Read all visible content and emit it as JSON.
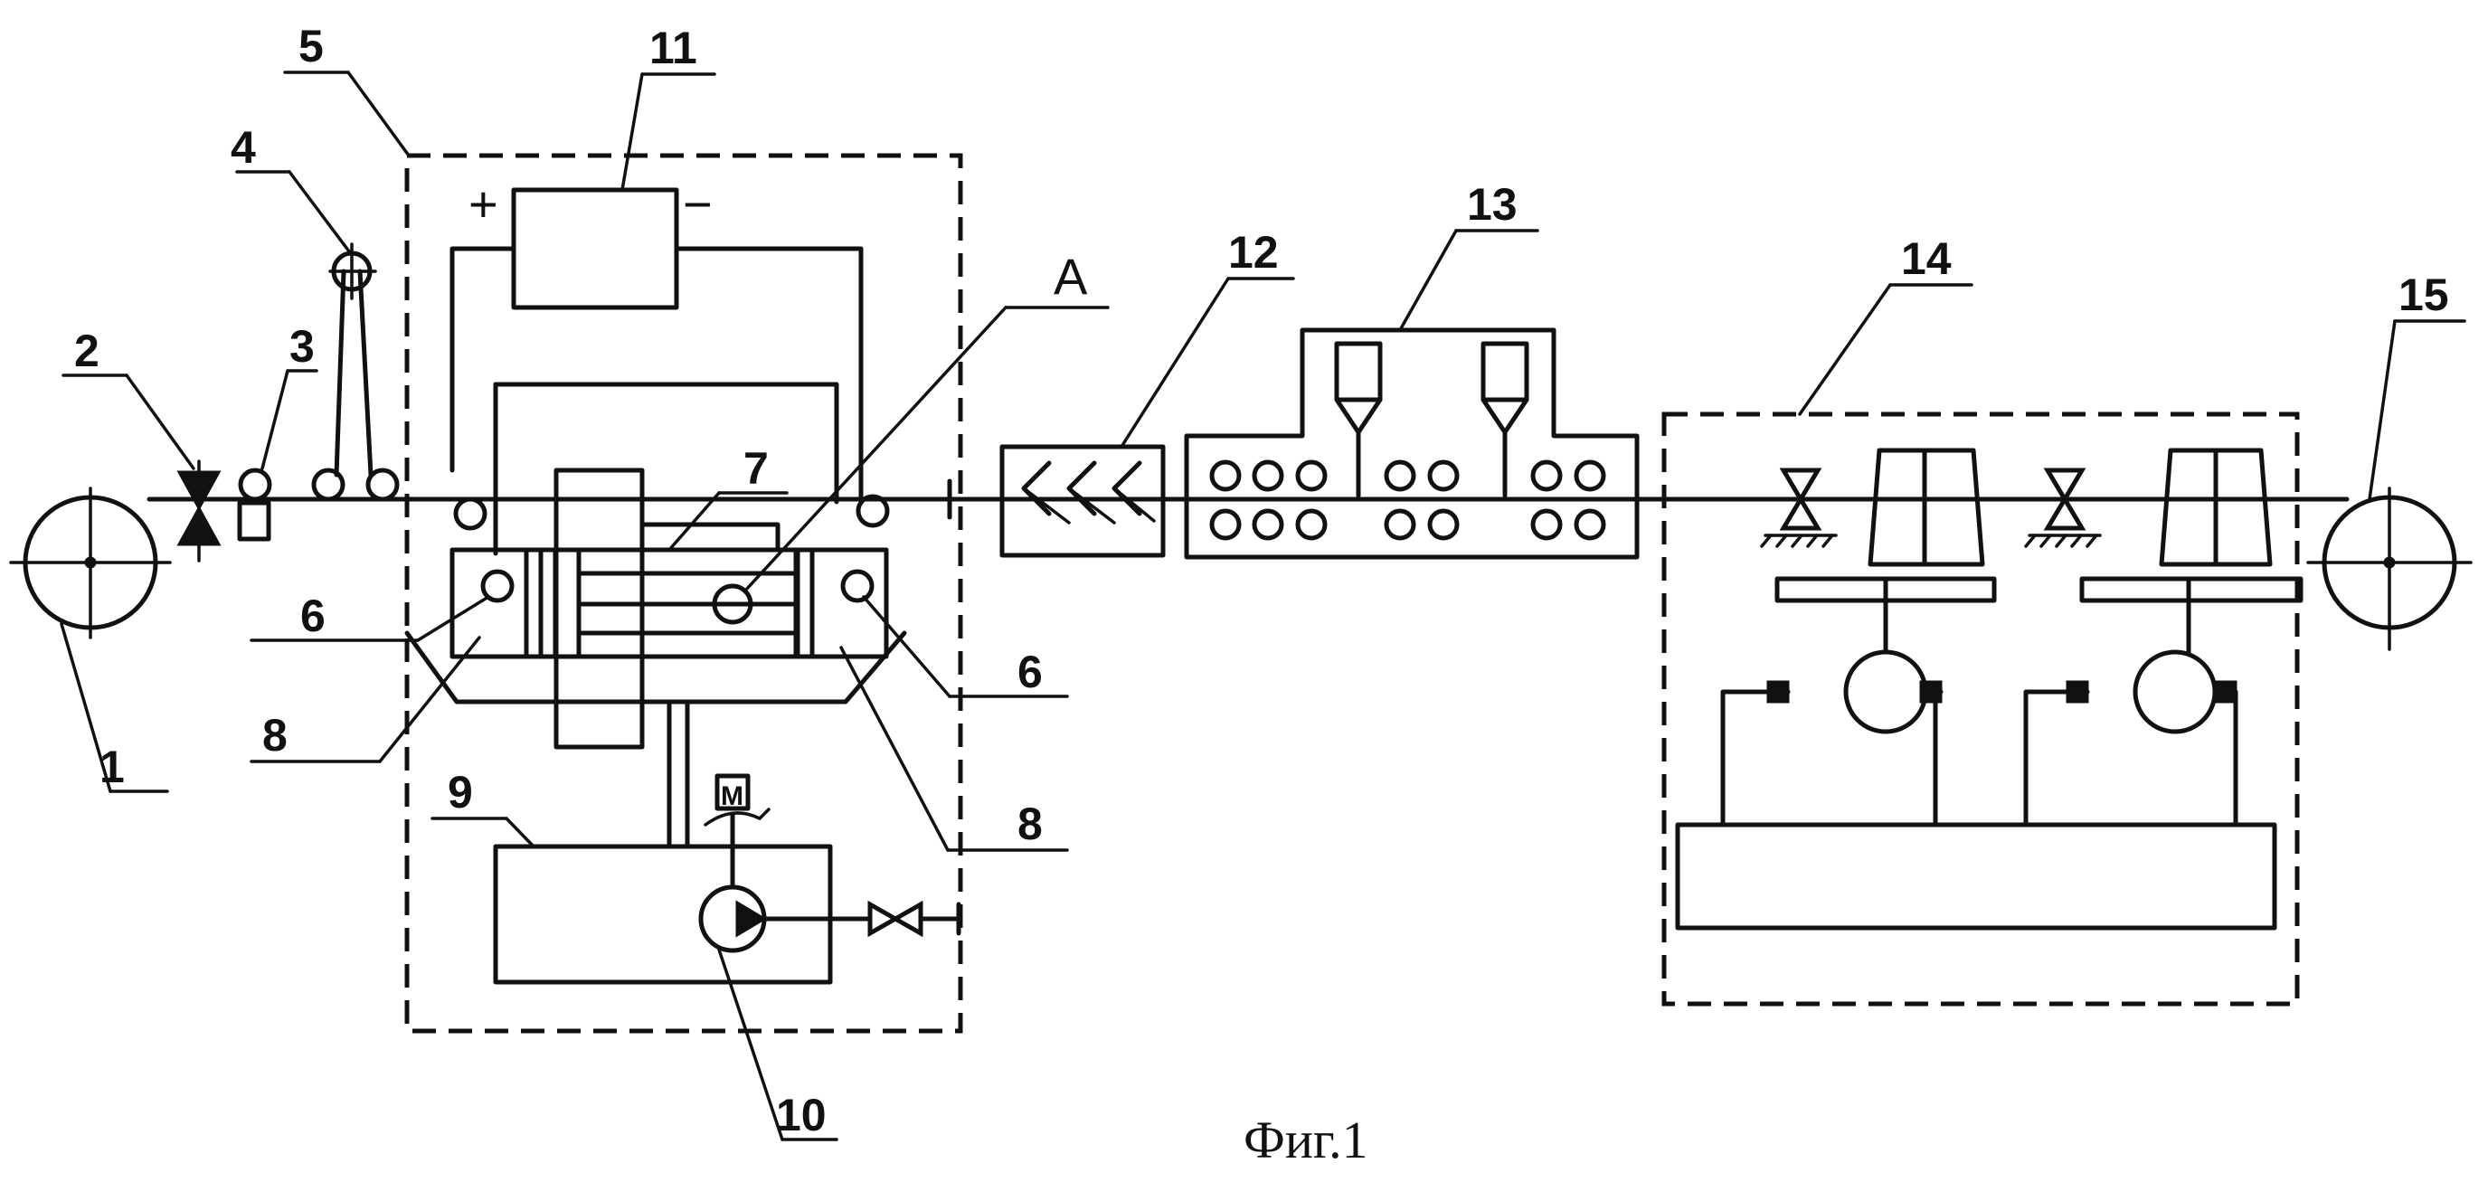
{
  "labels": {
    "l1": "1",
    "l2": "2",
    "l3": "3",
    "l4": "4",
    "l5": "5",
    "l6a": "6",
    "l6b": "6",
    "l7": "7",
    "l8a": "8",
    "l8b": "8",
    "l9": "9",
    "l10": "10",
    "l11": "11",
    "l12": "12",
    "l13": "13",
    "l14": "14",
    "l15": "15",
    "lA": "A"
  },
  "symbols": {
    "plus": "+",
    "minus": "−",
    "motor": "M"
  },
  "caption": "Фиг.1"
}
